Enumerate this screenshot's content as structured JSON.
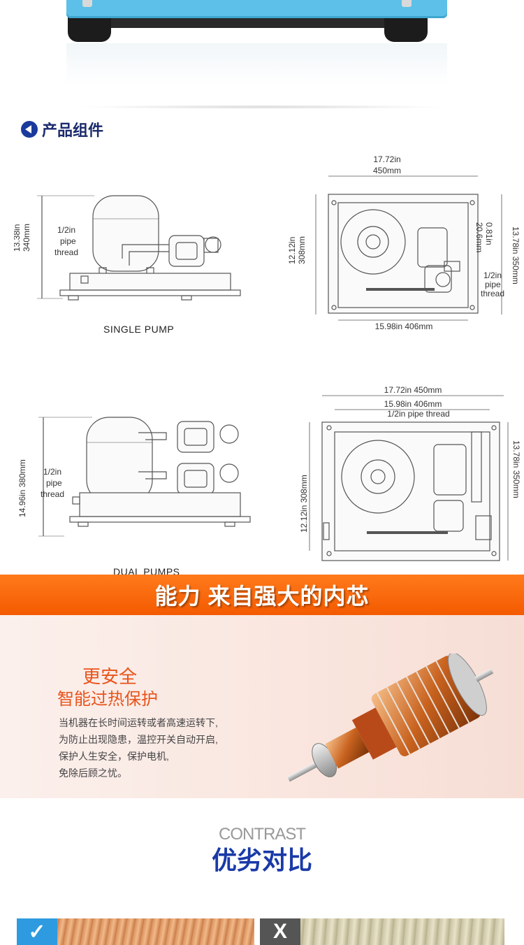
{
  "section": {
    "title": "产品组件"
  },
  "single_side": {
    "height_label_1": "13.38in",
    "height_label_2": "340mm",
    "thread_1": "1/2in",
    "thread_2": "pipe",
    "thread_3": "thread",
    "caption": "SINGLE PUMP"
  },
  "single_top": {
    "width_in": "17.72in",
    "width_mm": "450mm",
    "bottom_width": "15.98in  406mm",
    "left_h_1": "12.12in",
    "left_h_2": "308mm",
    "right_a_1": "0.81in",
    "right_a_2": "20.6mm",
    "right_b": "13.78in  350mm",
    "thread_1": "1/2in",
    "thread_2": "pipe",
    "thread_3": "thread"
  },
  "dual_side": {
    "height_label": "14.96in  380mm",
    "thread_1": "1/2in",
    "thread_2": "pipe",
    "thread_3": "thread",
    "caption": "DUAL PUMPS"
  },
  "dual_top": {
    "width_outer": "17.72in  450mm",
    "width_inner": "15.98in  406mm",
    "thread": "1/2in pipe thread",
    "left_h": "12.12in  308mm",
    "right_h": "13.78in  350mm"
  },
  "banner": {
    "title": "能力 来自强大的内芯"
  },
  "feature": {
    "title1": "更安全",
    "title2": "智能过热保护",
    "desc": [
      "当机器在长时间运转或者高速运转下,",
      "为防止出现隐患，温控开关自动开启,",
      "保护人生安全，保护电机,",
      "免除后顾之忧。"
    ]
  },
  "contrast": {
    "en": "CONTRAST",
    "cn": "优劣对比"
  },
  "compare": {
    "good_mark": "✓",
    "bad_mark": "X"
  },
  "colors": {
    "accent_blue": "#1a3aa8",
    "banner_orange": "#f45a00",
    "feature_orange": "#e8531b",
    "base_blue": "#5cc0e8"
  }
}
